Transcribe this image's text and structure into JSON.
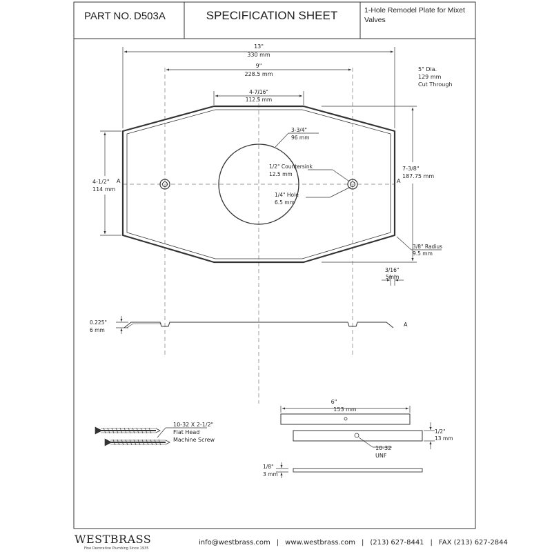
{
  "header": {
    "part_label": "PART NO.",
    "part_number": "D503A",
    "sheet_title": "SPECIFICATION SHEET",
    "description_line1": "1-Hole Remodel Plate for  Mixet",
    "description_line2": "Valves"
  },
  "plate_dims": {
    "overall_width_in": "13\"",
    "overall_width_mm": "330 mm",
    "hole_span_in": "9\"",
    "hole_span_mm": "228.5 mm",
    "top_edge_in": "4-7/16\"",
    "top_edge_mm": "112.5 mm",
    "cut_through_line1": "5\" Dia.",
    "cut_through_line2": "129 mm",
    "cut_through_line3": "Cut Through",
    "circle_in": "3-3/4\"",
    "circle_mm": "96 mm",
    "countersink_in": "1/2\" Countersink",
    "countersink_mm": "12.5 mm",
    "hole_in": "1/4\" Hole",
    "hole_mm": "6.5 mm",
    "side_height_in": "4-1/2\"",
    "side_height_mm": "114 mm",
    "overall_height_in": "7-3/8\"",
    "overall_height_mm": "187.75 mm",
    "radius_in": "3/8\" Radius",
    "radius_mm": "9.5 mm",
    "lip_in": "3/16\"",
    "lip_mm": "5mm",
    "section_label": "A"
  },
  "profile_dims": {
    "thickness_in": "0.225\"",
    "thickness_mm": "6 mm",
    "section_label": "A"
  },
  "screw": {
    "line1": "10-32 X 2-1/2\"",
    "line2": "Flat Head",
    "line3": "Machine Screw"
  },
  "bar": {
    "length_in": "6\"",
    "length_mm": "153 mm",
    "height_in": "1/2\"",
    "height_mm": "13 mm",
    "thread_line1": "10-32",
    "thread_line2": "UNF",
    "thickness_in": "1/8\"",
    "thickness_mm": "3 mm"
  },
  "footer": {
    "brand": "WESTBRASS",
    "tagline": "Fine Decorative Plumbing Since 1935",
    "email": "info@westbrass.com",
    "website": "www.westbrass.com",
    "phone": "(213) 627-8441",
    "fax": "FAX (213) 627-2844",
    "separator": "|"
  }
}
